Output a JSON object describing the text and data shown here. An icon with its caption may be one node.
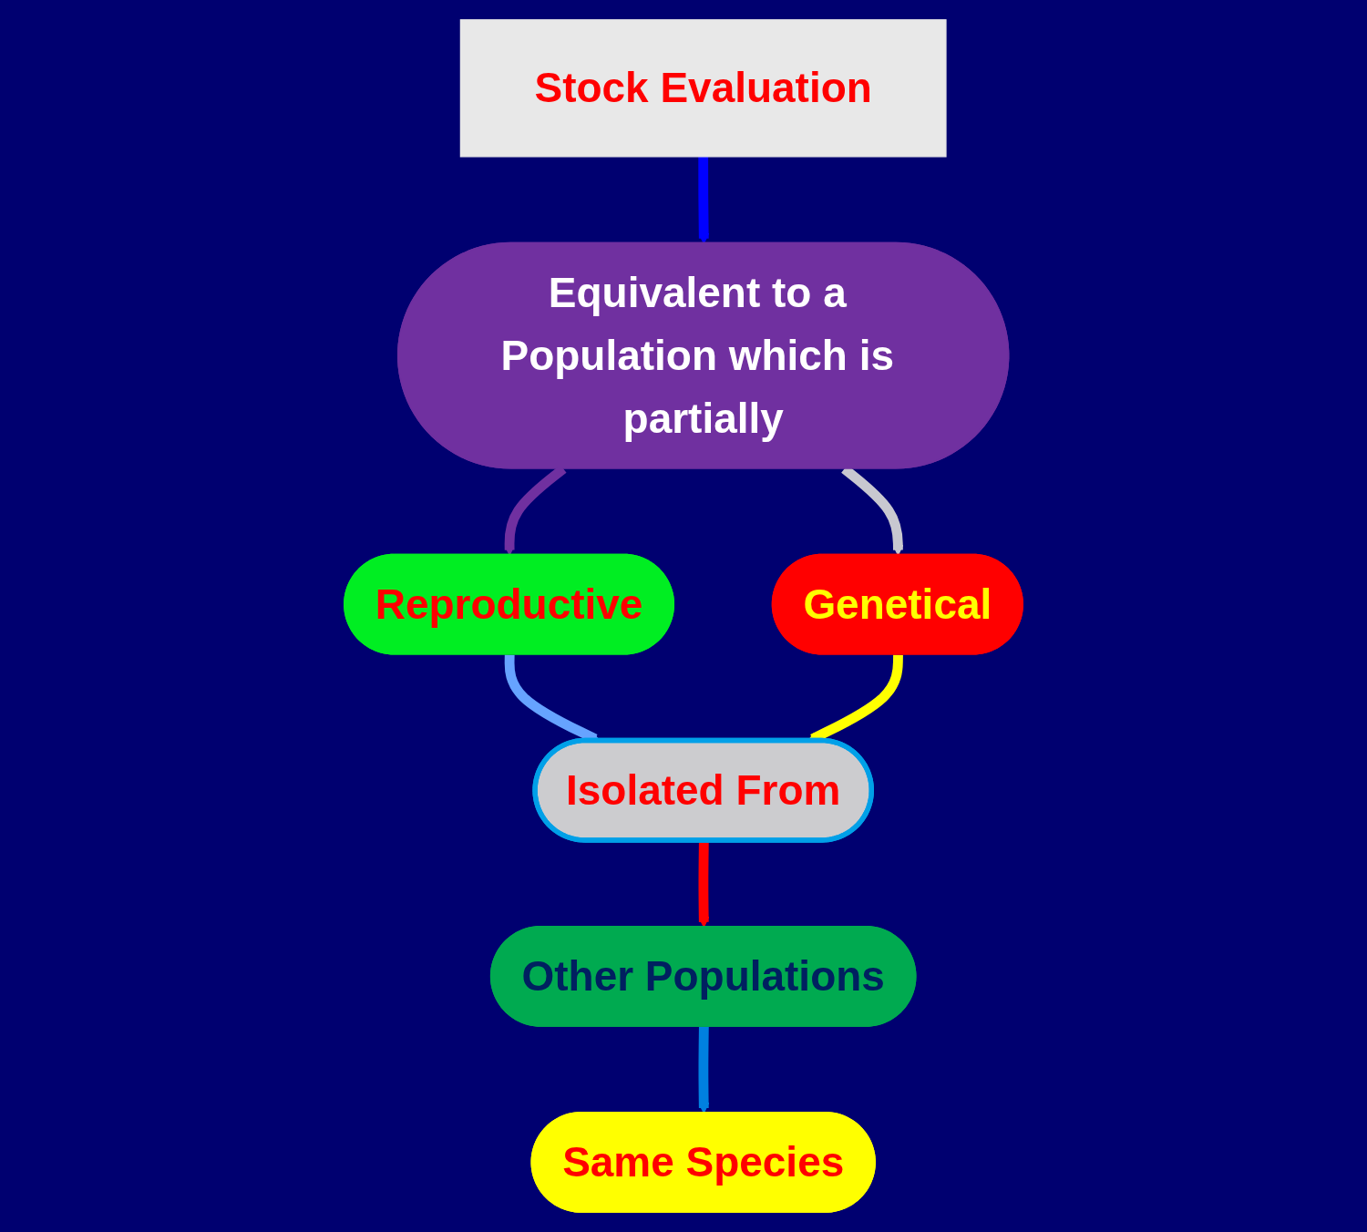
{
  "diagram": {
    "nodes": [
      {
        "text": [
          "Stock Evaluation"
        ]
      },
      {
        "text": [
          "Equivalent to a Population which is partially"
        ]
      },
      {
        "text": [
          "Reproductive"
        ]
      },
      {
        "text": [
          "Genetical"
        ]
      },
      {
        "text": [
          "Isolated From"
        ]
      },
      {
        "text": [
          "Other Populations"
        ]
      },
      {
        "text": [
          "Same Species"
        ]
      }
    ],
    "edges": [
      {
        "from": 0,
        "to": 1,
        "arrow": "to",
        "color": "#0000ff"
      },
      {
        "from": 1,
        "to": 2,
        "arrow": "to",
        "color": "#7030a0"
      },
      {
        "from": 1,
        "to": 3,
        "arrow": "to",
        "color": "#c8c8d0"
      },
      {
        "from": 2,
        "to": 4,
        "arrow": "to",
        "color": "#66a3ff"
      },
      {
        "from": 3,
        "to": 4,
        "arrow": "to",
        "color": "#ffff00"
      },
      {
        "from": 4,
        "to": 5,
        "arrow": "to",
        "color": "#ff0000"
      },
      {
        "from": 5,
        "to": 6,
        "arrow": "to",
        "color": "#0080e0"
      }
    ]
  }
}
